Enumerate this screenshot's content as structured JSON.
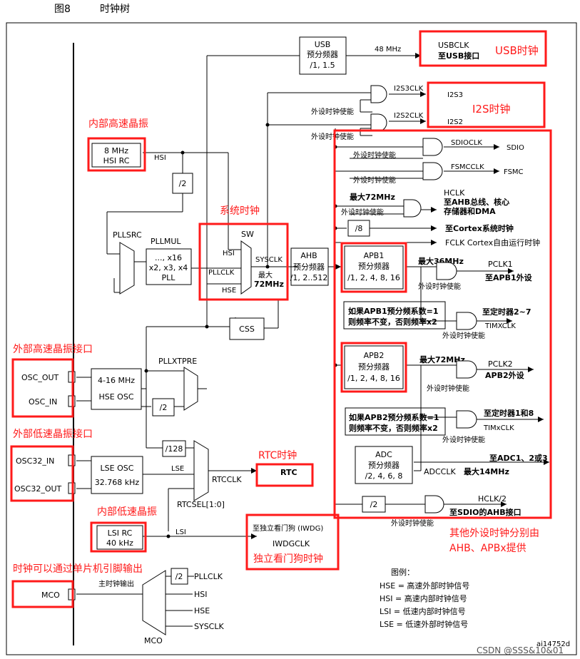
{
  "header": {
    "fig_no": "图8",
    "fig_title": "时钟树"
  },
  "blocks": {
    "usb_presc": [
      "USB",
      "预分频器",
      "/1, 1.5"
    ],
    "usb_freq": "48 MHz",
    "usbclk": [
      "USBCLK",
      "至USB接口"
    ],
    "i2s3clk": "I2S3CLK",
    "i2s3": "I2S3",
    "i2s2clk": "I2S2CLK",
    "i2s2": "I2S2",
    "periph_en": "外设时钟使能",
    "hsi_rc": [
      "8 MHz",
      "HSI RC"
    ],
    "hsi_label": "HSI",
    "div2": "/2",
    "sdioclk": "SDIOCLK",
    "sdio": "SDIO",
    "fsmcclk": "FSMCCLK",
    "fsmc": "FSMC",
    "max72": "最大72MHz",
    "hclk": [
      "HCLK",
      "至AHB总线、核心",
      "存储器和DMA"
    ],
    "div8": "/8",
    "cortex_timer": "至Cortex系统时钟",
    "fclk": "FCLK Cortex自由运行时钟",
    "pllsrc": "PLLSRC",
    "pllmul": "PLLMUL",
    "pll_box": [
      "..., x16",
      "x2, x3, x4",
      "PLL"
    ],
    "sw": "SW",
    "hsi_in": "HSI",
    "pllclk_in": "PLLCLK",
    "hse_in": "HSE",
    "sysclk": "SYSCLK",
    "sysclk_max": [
      "最大",
      "72MHz"
    ],
    "ahb_presc": [
      "AHB",
      "预分频器",
      "/1, 2..512"
    ],
    "apb1_presc": [
      "APB1",
      "预分频器",
      "/1, 2, 4, 8, 16"
    ],
    "max36": "最大36MHz",
    "pclk1": [
      "PCLK1",
      "至APB1外设"
    ],
    "apb1_note": [
      "如果APB1预分频系数=1",
      "则频率不变，否则频率x2"
    ],
    "timxclk1": [
      "至定时器2~7",
      "TIMXCLK"
    ],
    "css": "CSS",
    "pllxtpre": "PLLXTPRE",
    "hse_osc": [
      "4-16 MHz",
      "HSE OSC"
    ],
    "osc_out": "OSC_OUT",
    "osc_in": "OSC_IN",
    "apb2_presc": [
      "APB2",
      "预分频器",
      "/1, 2, 4, 8, 16"
    ],
    "pclk2": [
      "PCLK2",
      "APB2外设"
    ],
    "apb2_note": [
      "如果APB2预分频系数=1",
      "则频率不变，否则频率x2"
    ],
    "timxclk2": [
      "至定时器1和8",
      "TIMxCLK"
    ],
    "adc_presc": [
      "ADC",
      "预分频器",
      "/2, 4, 6, 8"
    ],
    "adcclk": "ADCCLK",
    "adc_to": "至ADC1、2或3",
    "max14": "最大14MHz",
    "div128": "/128",
    "lse_osc": [
      "LSE OSC",
      "32.768 kHz"
    ],
    "lse_label": "LSE",
    "osc32_in": "OSC32_IN",
    "osc32_out": "OSC32_OUT",
    "rtcclk": "RTCCLK",
    "rtcsel": "RTCSEL[1:0]",
    "rtc": "RTC",
    "hclk2": "HCLK/2",
    "sdio_ahb": "至SDIO的AHB接口",
    "lsi_rc": [
      "LSI RC",
      "40 kHz"
    ],
    "lsi_label": "LSI",
    "iwdg_to": "至独立看门狗 (IWDG)",
    "iwdgclk": "IWDGCLK",
    "mco_div2": "/2",
    "mco_in": [
      "PLLCLK",
      "HSI",
      "HSE",
      "SYSCLK"
    ],
    "mco_out_label": "主时钟输出",
    "mco": "MCO",
    "mco_mux": "MCO"
  },
  "legend": {
    "title": "图例：",
    "items": [
      "HSE = 高速外部时钟信号",
      "HSI = 高速内部时钟信号",
      "LSI = 低速内部时钟信号",
      "LSE = 低速外部时钟信号"
    ]
  },
  "annotations": {
    "usb_clock": "USB时钟",
    "i2s_clock": "I2S时钟",
    "hsi_osc": "内部高速晶振",
    "sys_clock": "系统时钟",
    "hse_port": "外部高速晶振接口",
    "lse_port": "外部低速晶振接口",
    "rtc_clock": "RTC时钟",
    "lsi_osc": "内部低速晶振",
    "iwdg_clock": "独立看门狗时钟",
    "mco_note": "时钟可以通过单片机引脚输出",
    "other_clocks": [
      "其他外设时钟分别由",
      "AHB、APBx提供"
    ]
  },
  "footer": {
    "figure_id": "ai14752d",
    "watermark": "CSDN @SSS&10&01"
  },
  "colors": {
    "annotation": "#ff1a1a",
    "line": "#000000"
  }
}
